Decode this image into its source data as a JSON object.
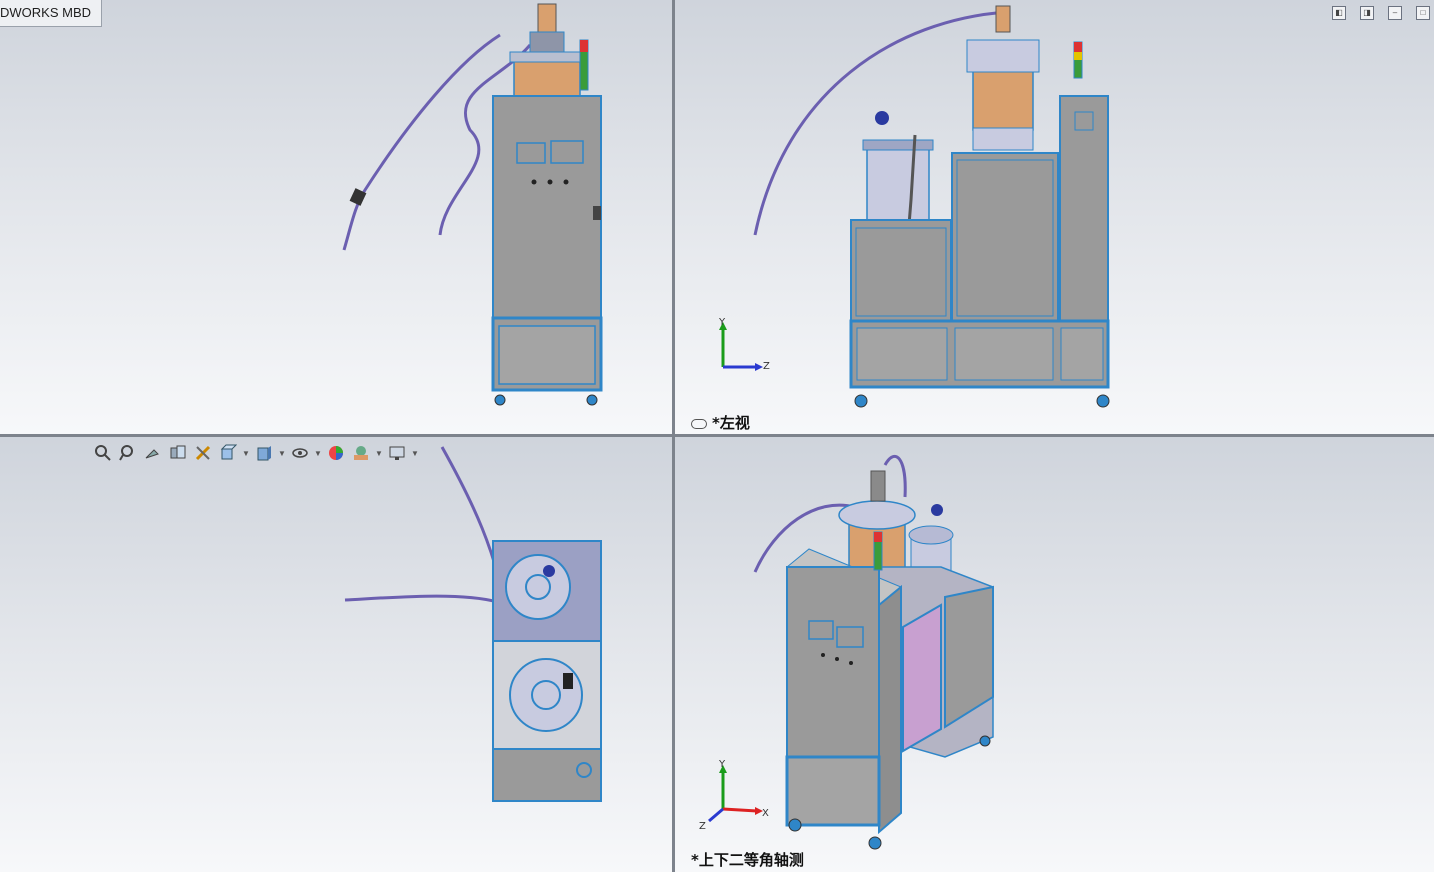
{
  "app": {
    "tab_label": "DWORKS MBD"
  },
  "viewports": {
    "top_right": {
      "view_name": "*左视"
    },
    "bottom_right": {
      "view_name": "*上下二等角轴测"
    }
  },
  "triad": {
    "y_label": "Y",
    "z_label": "Z",
    "x_label": "X"
  },
  "toolbar": {
    "items": [
      "zoom-to-fit-icon",
      "zoom-to-area-icon",
      "previous-view-icon",
      "section-view-icon",
      "dynamic-annotation-icon",
      "view-orientation-icon",
      "display-style-icon",
      "hide-show-items-icon",
      "edit-appearance-icon",
      "apply-scene-icon",
      "view-settings-icon"
    ]
  },
  "colors": {
    "frame": "#2f86c8",
    "panel": "#9b9b9b",
    "tank": "#d9a06e",
    "tank_silver": "#c8cbe0",
    "hose": "#6b5fb0"
  }
}
